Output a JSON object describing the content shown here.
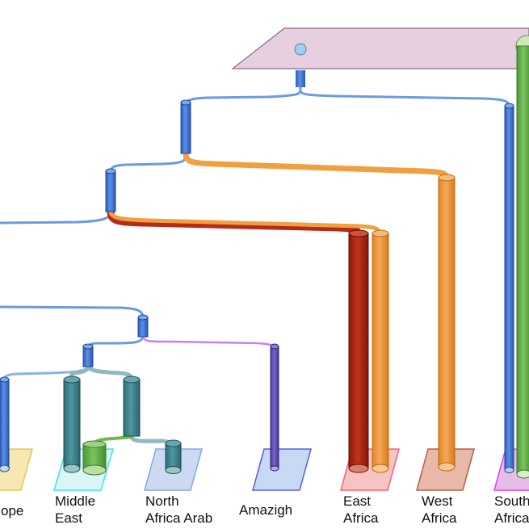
{
  "diagram": {
    "type": "population-tree",
    "populations": [
      {
        "id": "europe",
        "label_lines": [
          "ope"
        ],
        "color": "#f3df9a",
        "edge": "#e9c45a"
      },
      {
        "id": "middle-east",
        "label_lines": [
          "Middle",
          "East"
        ],
        "color": "#bfeff0",
        "edge": "#39e0e8"
      },
      {
        "id": "north-africa-arab",
        "label_lines": [
          "North",
          "Africa Arab"
        ],
        "color": "#c6d5f2",
        "edge": "#7f9fe0"
      },
      {
        "id": "amazigh",
        "label_lines": [
          "Amazigh"
        ],
        "color": "#c3d6f4",
        "edge": "#5a5ae0"
      },
      {
        "id": "east-africa",
        "label_lines": [
          "East",
          "Africa"
        ],
        "color": "#f6b7b7",
        "edge": "#ff5a74"
      },
      {
        "id": "west-africa",
        "label_lines": [
          "West",
          "Africa"
        ],
        "color": "#e7b2a1",
        "edge": "#b2604c"
      },
      {
        "id": "south-africa",
        "label_lines": [
          "South",
          "Africa"
        ],
        "color": "#e3b8e6",
        "edge": "#e03ae8"
      }
    ],
    "lineage_colors": {
      "blue": "#3a6fd0",
      "blue_link": "#6a9ae6",
      "orange": "#ee9430",
      "dark_red": "#a21e10",
      "green": "#5eae46",
      "teal": "#3a7f88",
      "purple": "#5e4ab2",
      "violet_link": "#c880ee",
      "root_platform": "#e6cfdf"
    }
  }
}
